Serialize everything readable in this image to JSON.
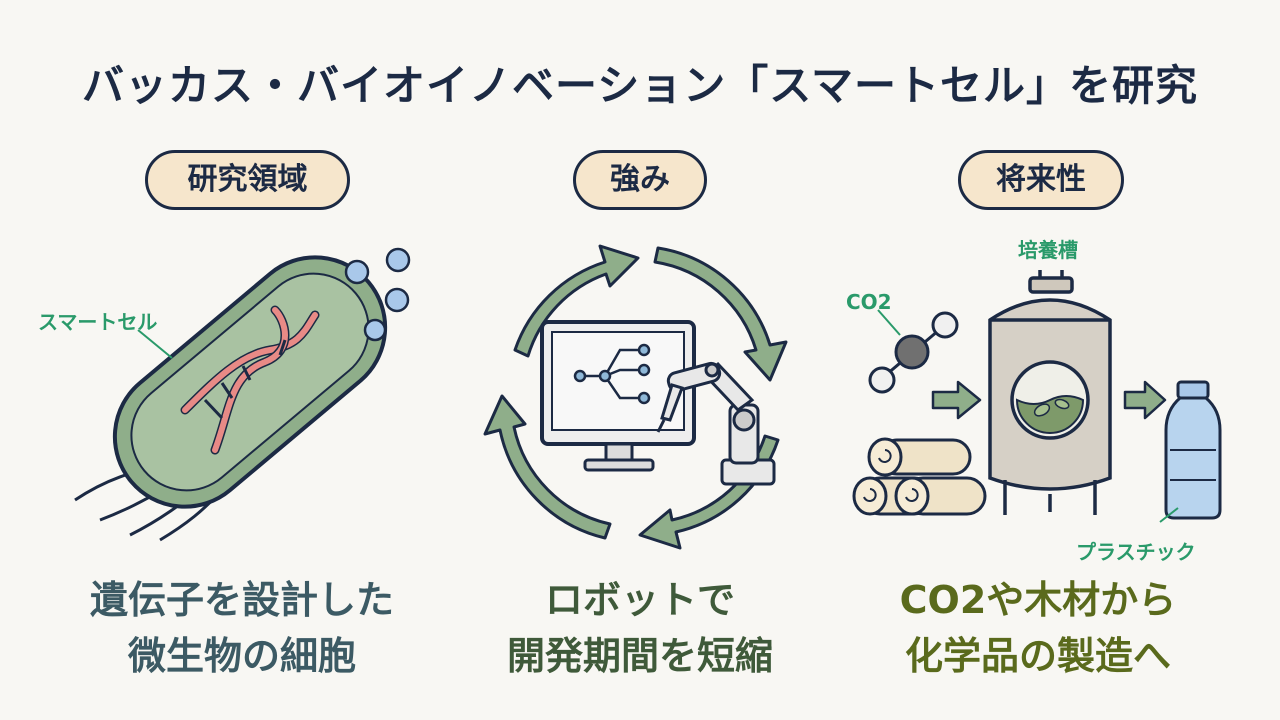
{
  "title": "バッカス・バイオイノベーション「スマートセル」を研究",
  "columns": [
    {
      "heading": "研究領域",
      "labels": [
        "スマートセル"
      ],
      "caption": [
        "遺伝子を設計した",
        "微生物の細胞"
      ]
    },
    {
      "heading": "強み",
      "labels": [],
      "caption": [
        "ロボットで",
        "開発期間を短縮"
      ]
    },
    {
      "heading": "将来性",
      "labels": [
        "培養槽",
        "CO2",
        "プラスチック"
      ],
      "caption": [
        "CO2や木材から",
        "化学品の製造へ"
      ]
    }
  ],
  "colors": {
    "navy": "#1c2a44",
    "pill_bg": "#f6e6cc",
    "green_label": "#2a9a6a",
    "arrow_green": "#8fae8a",
    "caption_1": "#3c5a64",
    "caption_2": "#3f5a3a",
    "caption_3": "#5a6a1c"
  },
  "icons": [
    "bacterium-cell-icon",
    "dna-helix-icon",
    "bubbles-icon",
    "cycle-arrows-icon",
    "monitor-icon",
    "flowchart-icon",
    "robot-arm-icon",
    "co2-molecule-icon",
    "logs-icon",
    "bioreactor-tank-icon",
    "arrow-right-icon",
    "plastic-bottle-icon"
  ]
}
